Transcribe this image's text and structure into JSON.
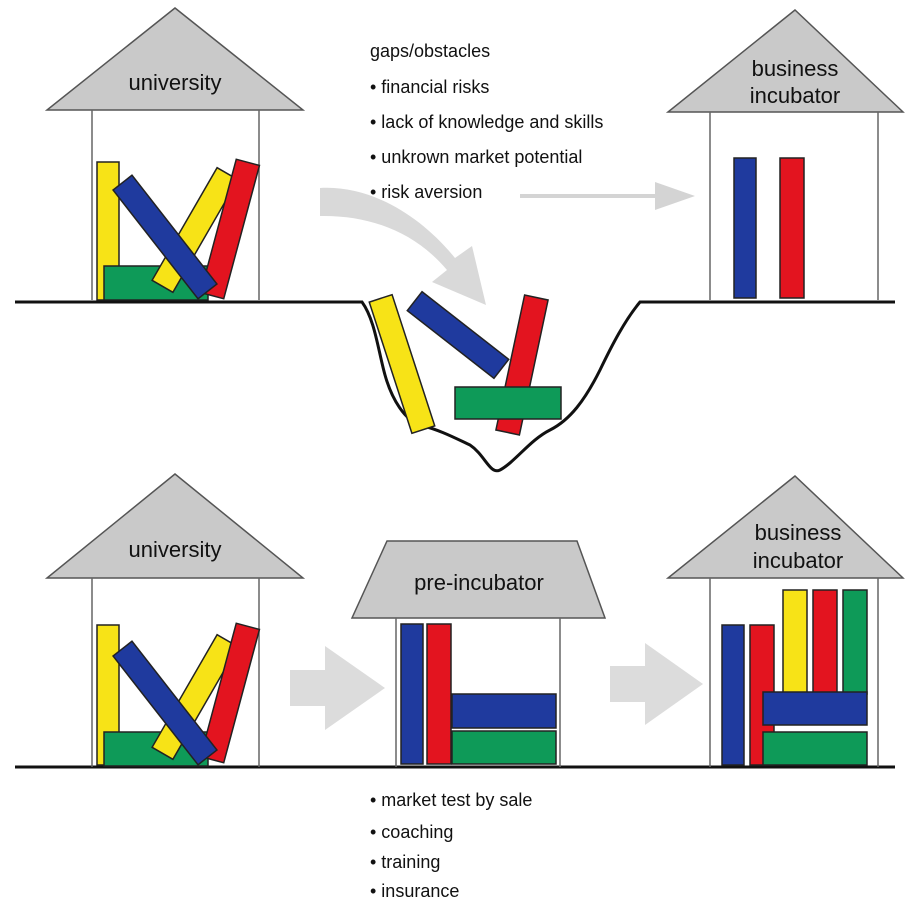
{
  "top": {
    "university_label": "university",
    "incubator_label_line1": "business",
    "incubator_label_line2": "incubator",
    "obstacles_title": "gaps/obstacles",
    "obstacles": [
      "• financial risks",
      "• lack of knowledge and skills",
      "• unkrown market potential",
      "• risk aversion"
    ]
  },
  "bottom": {
    "university_label": "university",
    "preincubator_label": "pre-incubator",
    "incubator_label_line1": "business",
    "incubator_label_line2": "incubator",
    "services": [
      "• market test by sale",
      "• coaching",
      "• training",
      "• insurance"
    ]
  },
  "colors": {
    "blue": "#1f3a9e",
    "red": "#e3141f",
    "yellow": "#f7e317",
    "green": "#0e9a58",
    "roof": "#c9c9c9",
    "arrow": "#d9d9d9"
  }
}
